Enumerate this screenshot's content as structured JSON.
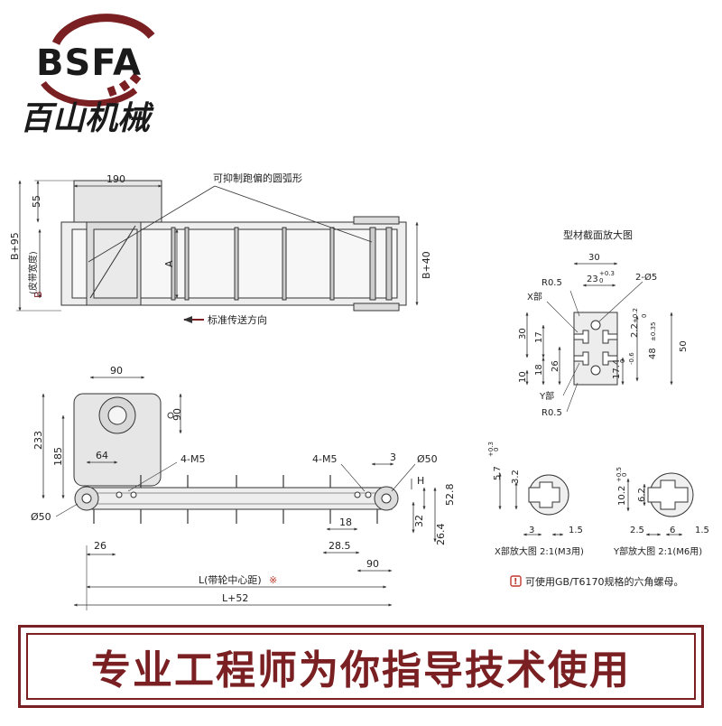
{
  "logo": {
    "brand": "BSFA",
    "name_cn": "百山机械"
  },
  "top_view": {
    "dim_190": "190",
    "dim_55": "55",
    "dim_b95": "B+95",
    "dim_b": "B",
    "dim_b_note": "(皮带宽度)",
    "dim_a": "A",
    "dim_b40": "B+40",
    "note_arc": "可抑制跑偏的圆弧形",
    "direction": "标准传送方向"
  },
  "section": {
    "title": "型材截面放大图",
    "d30": "30",
    "d23": "23",
    "d23_tol": "+0.3",
    "d23_tol2": "0",
    "r05_top": "R0.5",
    "phi5": "2-Ø5",
    "x_part": "X部",
    "d30v": "30",
    "d17": "17",
    "d22": "2.2",
    "d22_tol": "+0.2",
    "d22_tol2": "0",
    "d48": "48",
    "d48_tol": "±0.35",
    "d50": "50",
    "d10": "10",
    "d18": "18",
    "d26": "26",
    "d174": "17.4",
    "d174_tol": "0",
    "d174_tol2": "-0.6",
    "y_part": "Y部",
    "r05_bot": "R0.5"
  },
  "side_view": {
    "d90": "90",
    "d90v": "90",
    "d233": "233",
    "d185": "185",
    "d64": "64",
    "m5_left": "4-M5",
    "m5_right": "4-M5",
    "d3": "3",
    "phi50_r": "Ø50",
    "h": "H",
    "phi50_l": "Ø50",
    "d528": "52.8",
    "d18": "18",
    "d32": "32",
    "d264": "26.4",
    "d26": "26",
    "d285": "28.5",
    "d90b": "90",
    "l_label": "L(带轮中心距)",
    "l_mark": "※",
    "l52": "L+52"
  },
  "detail_x": {
    "d57": "5.7",
    "d57_tol": "+0.3",
    "d57_tol2": "0",
    "d32": "3.2",
    "d3": "3",
    "d15": "1.5",
    "caption": "X部放大图 2:1(M3用)"
  },
  "detail_y": {
    "d102": "10.2",
    "d102_tol": "+0.5",
    "d102_tol2": "0",
    "d62": "6.2",
    "d25": "2.5",
    "d6": "6",
    "d15": "1.5",
    "caption": "Y部放大图 2:1(M6用)"
  },
  "note": {
    "icon": "warning-icon",
    "text": "可使用GB/T6170规格的六角螺母。"
  },
  "banner": {
    "text": "专业工程师为你指导技术使用"
  },
  "colors": {
    "accent": "#7a1f22",
    "line": "#333333",
    "part_fill": "#e6e6e6"
  }
}
